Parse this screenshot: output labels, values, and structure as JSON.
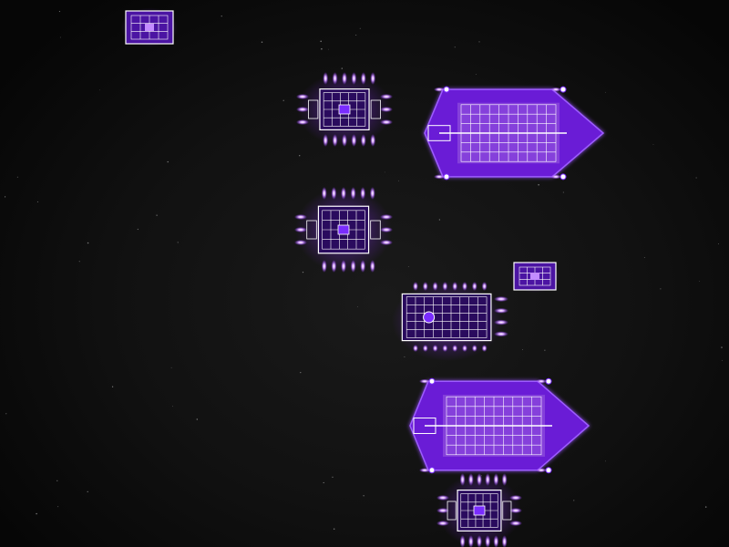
{
  "scene": {
    "background": "#0a0a0a",
    "accent": "#7a2cff",
    "accent_light": "#c38cff",
    "hull": "#6a1fd6",
    "hull_dark": "#4b14a3",
    "line": "#ffffff"
  },
  "ships": [
    {
      "kind": "small-pod",
      "label": "ship-small-pod"
    },
    {
      "kind": "escort",
      "label": "ship-escort-1"
    },
    {
      "kind": "capital",
      "label": "ship-capital-1"
    },
    {
      "kind": "escort",
      "label": "ship-escort-2"
    },
    {
      "kind": "small-pod",
      "label": "ship-small-pod-2"
    },
    {
      "kind": "frigate",
      "label": "ship-frigate"
    },
    {
      "kind": "capital",
      "label": "ship-capital-2"
    },
    {
      "kind": "escort",
      "label": "ship-escort-3"
    }
  ]
}
